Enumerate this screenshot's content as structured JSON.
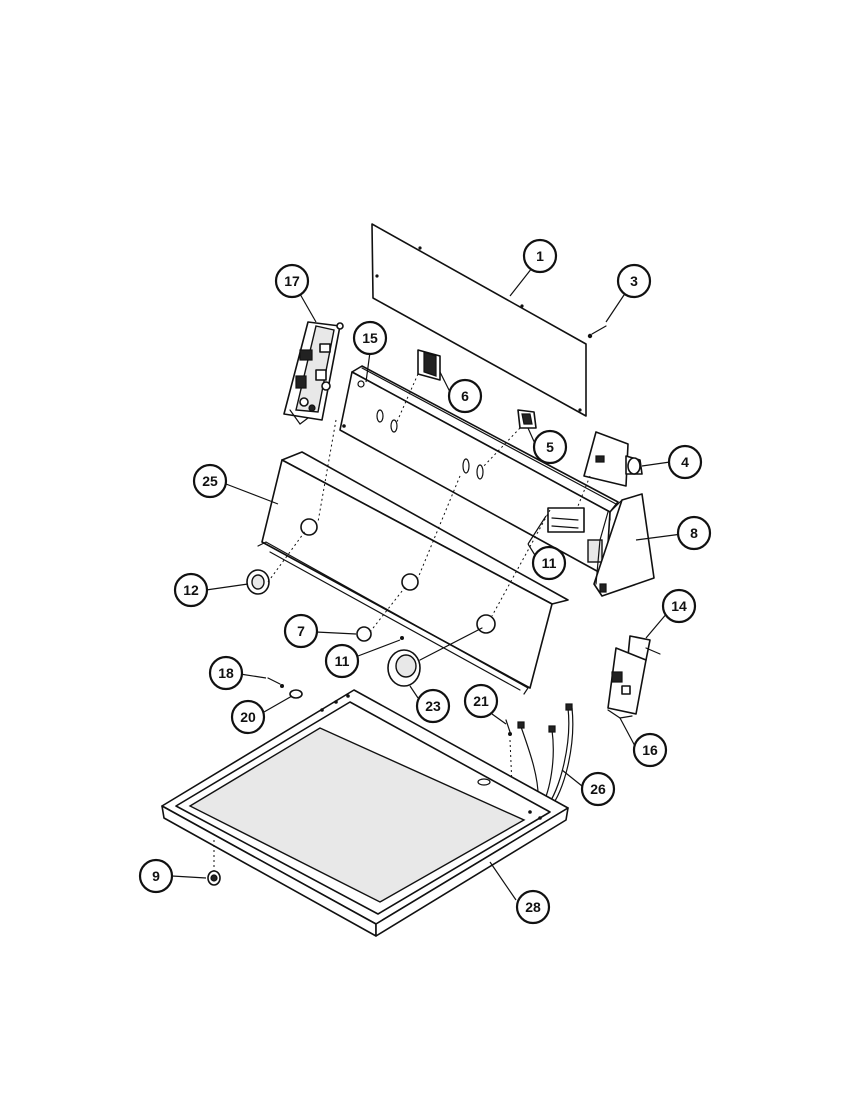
{
  "callouts": [
    {
      "id": "c1",
      "label": "1"
    },
    {
      "id": "c3",
      "label": "3"
    },
    {
      "id": "c17",
      "label": "17"
    },
    {
      "id": "c15",
      "label": "15"
    },
    {
      "id": "c6",
      "label": "6"
    },
    {
      "id": "c5",
      "label": "5"
    },
    {
      "id": "c4",
      "label": "4"
    },
    {
      "id": "c25",
      "label": "25"
    },
    {
      "id": "c8",
      "label": "8"
    },
    {
      "id": "c11a",
      "label": "11"
    },
    {
      "id": "c12",
      "label": "12"
    },
    {
      "id": "c14",
      "label": "14"
    },
    {
      "id": "c7",
      "label": "7"
    },
    {
      "id": "c11b",
      "label": "11"
    },
    {
      "id": "c18",
      "label": "18"
    },
    {
      "id": "c20",
      "label": "20"
    },
    {
      "id": "c23",
      "label": "23"
    },
    {
      "id": "c21",
      "label": "21"
    },
    {
      "id": "c16",
      "label": "16"
    },
    {
      "id": "c26",
      "label": "26"
    },
    {
      "id": "c9",
      "label": "9"
    },
    {
      "id": "c28",
      "label": "28"
    }
  ]
}
